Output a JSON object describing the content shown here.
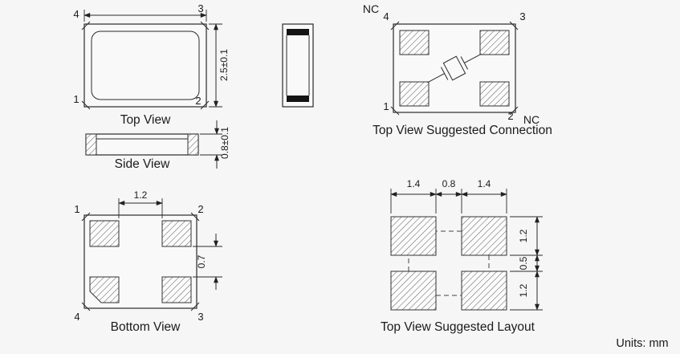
{
  "units_label": "Units: mm",
  "top_view": {
    "label": "Top View",
    "pin_top_left": "4",
    "pin_top_right": "3",
    "pin_bottom_left": "1",
    "pin_bottom_right": "2",
    "dim_height": "2.5±0.1"
  },
  "connection_view": {
    "label": "Top View Suggested Connection",
    "pin_top_left": "4",
    "pin_top_right": "3",
    "pin_bottom_left": "1",
    "pin_bottom_right": "2",
    "nc_top": "NC",
    "nc_bottom": "NC"
  },
  "side_view": {
    "label": "Side View",
    "dim_thickness": "0.8±0.1"
  },
  "bottom_view": {
    "label": "Bottom View",
    "pin_top_left": "1",
    "pin_top_right": "2",
    "pin_bottom_left": "4",
    "pin_bottom_right": "3",
    "dim_pad_gap_horizontal": "1.2",
    "dim_pad_gap_vertical": "0.7"
  },
  "layout_view": {
    "label": "Top View Suggested Layout",
    "dims_top": [
      "1.4",
      "0.8",
      "1.4"
    ],
    "dims_right": [
      "1.2",
      "0.5",
      "1.2"
    ]
  }
}
